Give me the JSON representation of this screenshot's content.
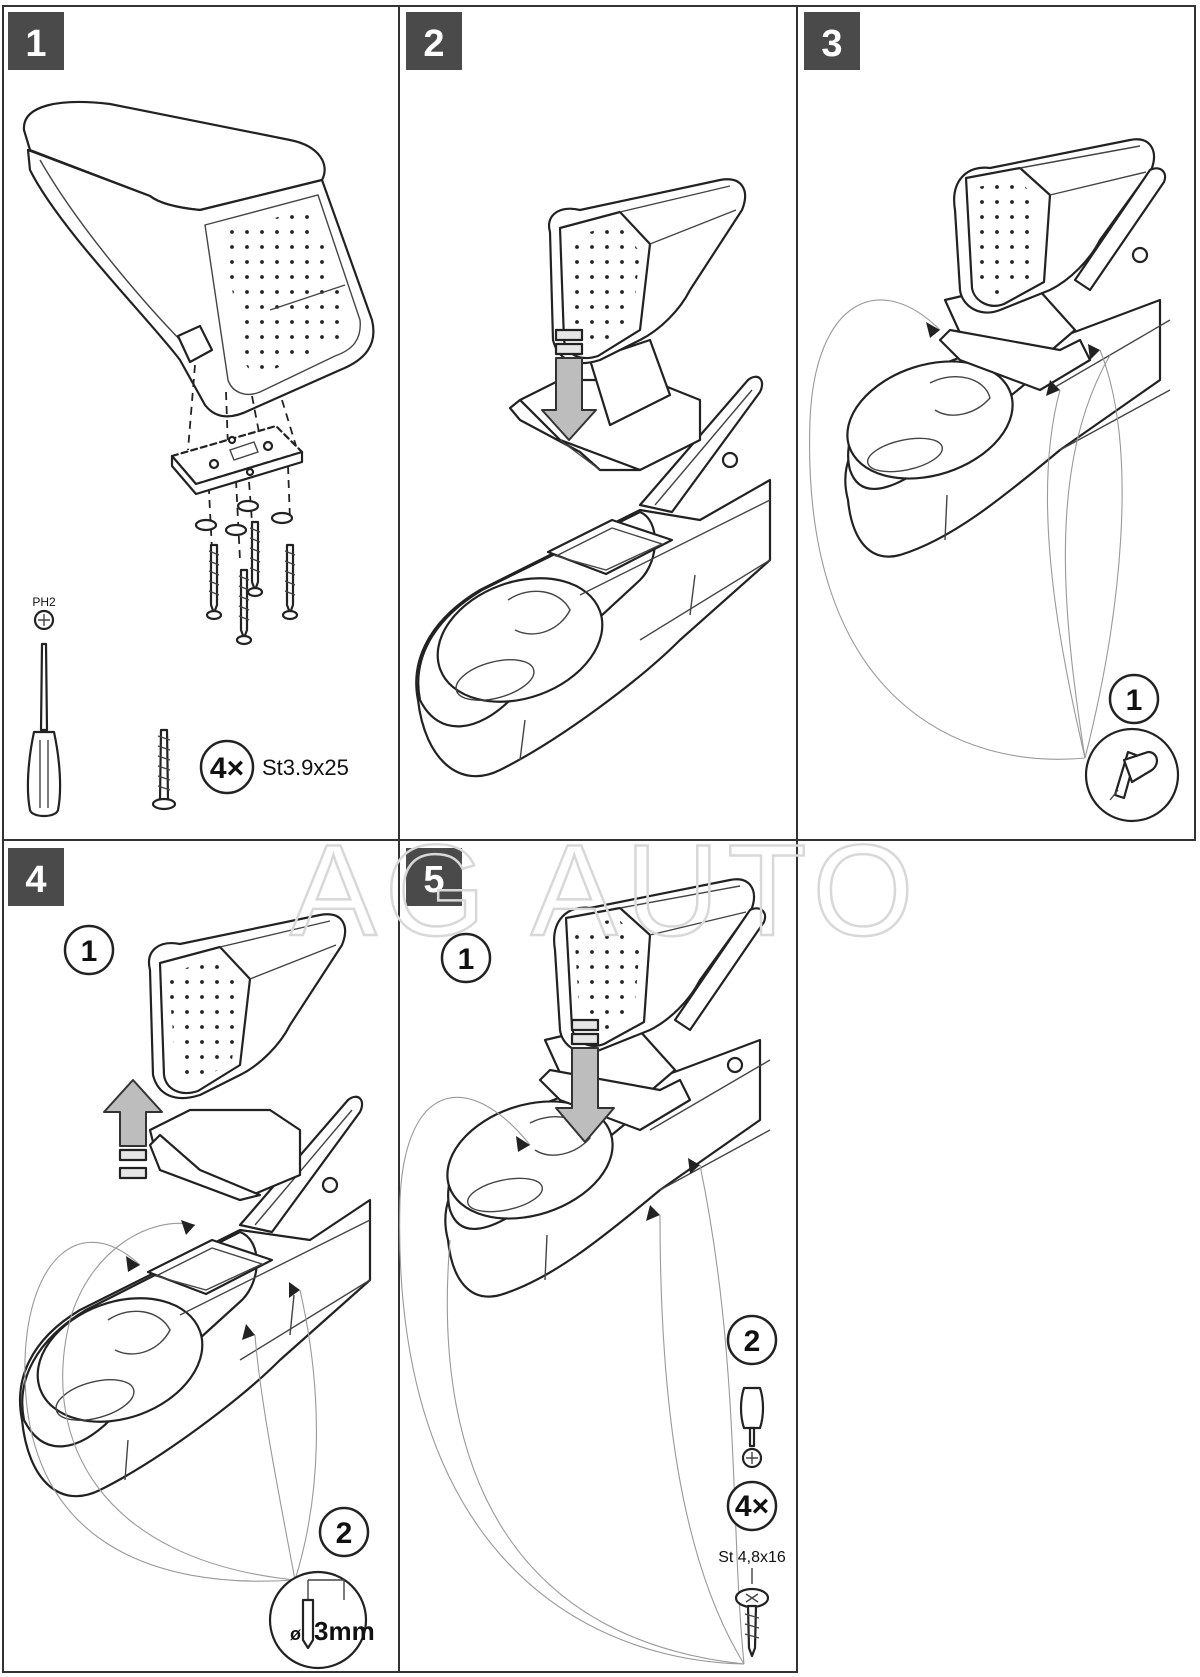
{
  "steps": [
    {
      "number": "1"
    },
    {
      "number": "2"
    },
    {
      "number": "3"
    },
    {
      "number": "4"
    },
    {
      "number": "5"
    }
  ],
  "step1": {
    "screwdriver_type": "PH2",
    "screw_count": "4×",
    "screw_size": "St3.9x25"
  },
  "step3": {
    "callout_1": "1"
  },
  "step4": {
    "callout_1": "1",
    "callout_2": "2",
    "drill_diameter": "3mm",
    "diameter_symbol": "ø"
  },
  "step5": {
    "callout_1": "1",
    "callout_2": "2",
    "screw_count": "4×",
    "screw_size": "St 4,8x16"
  },
  "watermark": "AG AUTO",
  "colors": {
    "badge": "#4a4a4a",
    "line": "#222222",
    "arrow_fill": "#bdbdbd",
    "watermark": "#d8d8d8"
  }
}
